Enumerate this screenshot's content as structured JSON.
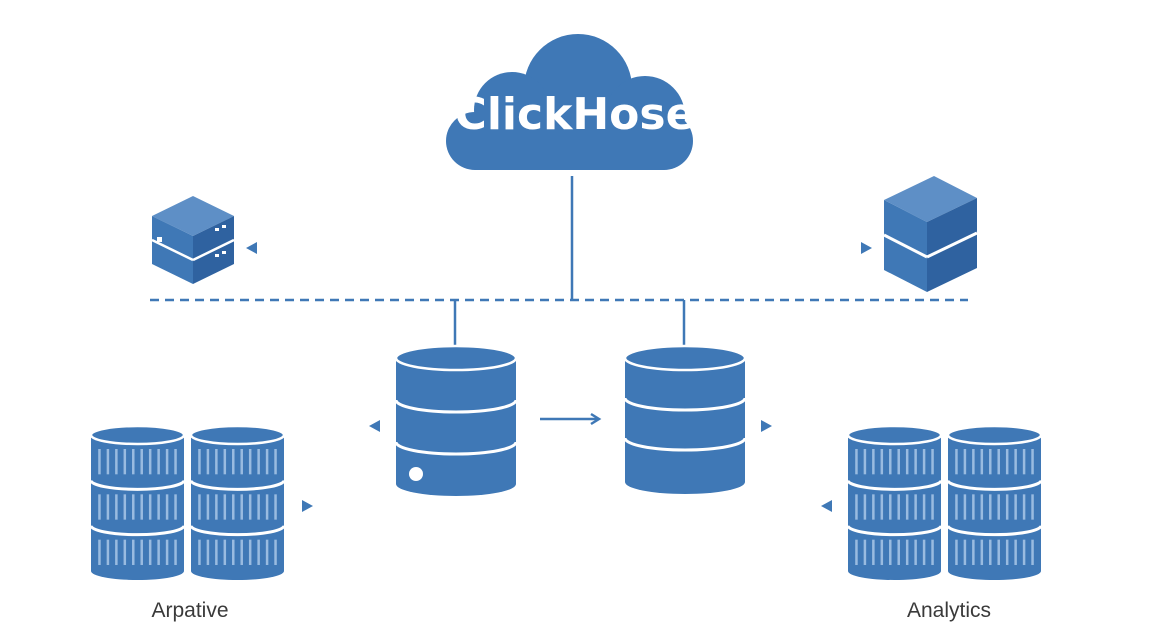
{
  "cloud": {
    "title": "ClickHose",
    "icon": "cloud-icon"
  },
  "labels": {
    "left_cluster": "Arpative",
    "right_cluster": "Analytics"
  },
  "colors": {
    "primary": "#3f78b6",
    "dark": "#2f62a0",
    "light": "#a9c7e8",
    "background": "#ffffff",
    "text": "#3a3a3a"
  },
  "icons": {
    "left_server": "server-box-icon",
    "right_server": "cube-box-icon",
    "primary_db": "database-icon",
    "replica_db": "database-icon",
    "left_cluster": "database-cluster-icon",
    "right_cluster": "database-cluster-icon"
  }
}
